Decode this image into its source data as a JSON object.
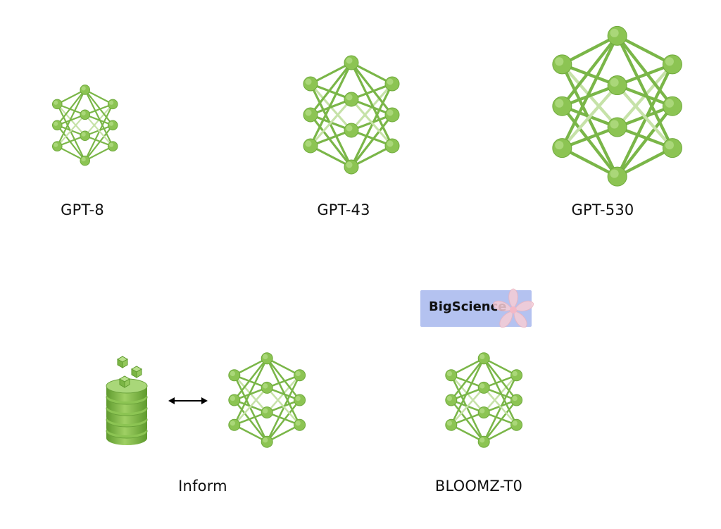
{
  "models": [
    {
      "id": "gpt-8",
      "label": "GPT-8"
    },
    {
      "id": "gpt-43",
      "label": "GPT-43"
    },
    {
      "id": "gpt-530",
      "label": "GPT-530"
    },
    {
      "id": "inform",
      "label": "Inform"
    },
    {
      "id": "bloomz-t0",
      "label": "BLOOMZ-T0"
    }
  ],
  "badge": {
    "text": "BigScience"
  },
  "icons": {
    "network": "neural-network-icon",
    "database": "database-icon",
    "arrow": "double-arrow-icon",
    "flower": "flower-icon"
  },
  "colors": {
    "node": "#8cc453",
    "edge": "#7ab648",
    "edge_faint": "#c6e2a8",
    "badge_bg": "#b4c2f0",
    "flower": "#f6cdd6"
  }
}
